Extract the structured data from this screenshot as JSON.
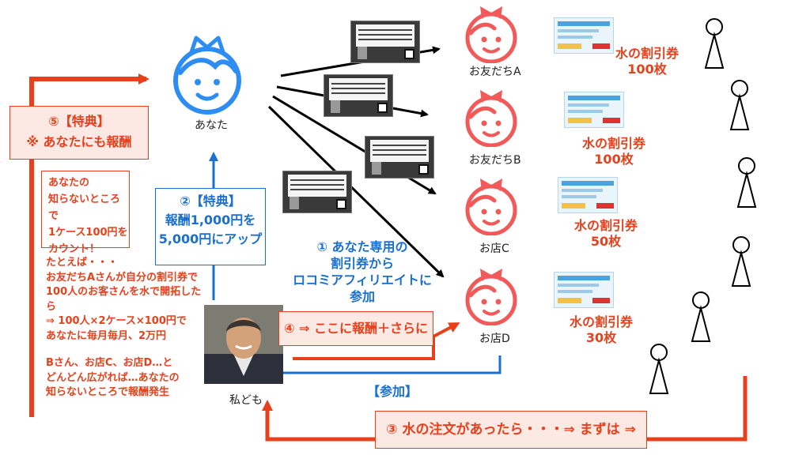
{
  "labels": {
    "anata": "あなた",
    "friend_a": "お友だちA",
    "friend_b": "お友だちB",
    "shop_c": "お店C",
    "shop_d": "お店D",
    "watashi": "私ども"
  },
  "coupons": [
    {
      "line1": "水の割引券",
      "line2": "100枚"
    },
    {
      "line1": "水の割引券",
      "line2": "100枚"
    },
    {
      "line1": "水の割引券",
      "line2": "50枚"
    },
    {
      "line1": "水の割引券",
      "line2": "30枚"
    }
  ],
  "steps": {
    "step1": [
      "① あなた専用の",
      "割引券から",
      "ロコミアフィリエイトに参加"
    ],
    "step2": [
      "②【特典】",
      "報酬1,000円を",
      "5,000円にアップ"
    ],
    "step3": "③ 水の注文があったら・・・⇒ まずは ⇒",
    "step4": "④ ⇒ ここに報酬＋さらに",
    "step5": [
      "⑤【特典】",
      "※ あなたにも報酬"
    ],
    "join": "【参加】"
  },
  "note_box": [
    "あなたの",
    "知らないところで",
    "1ケース100円を",
    "カウント！"
  ],
  "explanation": [
    "たとえば・・・",
    "お友だちAさんが自分の割引券で",
    "100人のお客さんを水で開拓したら",
    "⇒ 100人×2ケース×100円で",
    "あなたに毎月毎月、2万円",
    "",
    "Bさん、お店C、お店D…と",
    "どんどん広がれば…あなたの",
    "知らないところで報酬発生"
  ],
  "colors": {
    "accent_red": "#e8401c",
    "accent_blue": "#1a6fd0",
    "character_red": "#f25a5a",
    "character_blue": "#2e8df2"
  }
}
